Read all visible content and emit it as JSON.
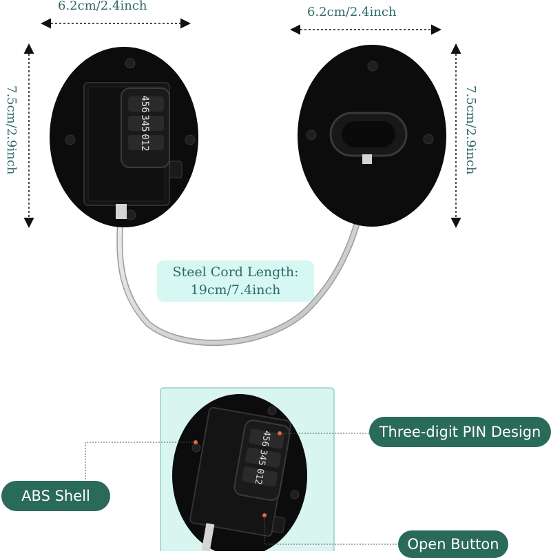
{
  "dimensions": {
    "left_width": "6.2cm/2.4inch",
    "right_width": "6.2cm/2.4inch",
    "left_height": "7.5cm/2.9inch",
    "right_height": "7.5cm/2.9inch"
  },
  "cord_label": {
    "line1": "Steel Cord Length:",
    "line2": "19cm/7.4inch"
  },
  "callouts": {
    "pin_design": "Three-digit PIN Design",
    "abs_shell": "ABS Shell",
    "open_button": "Open Button"
  },
  "colors": {
    "dimension_text": "#2f6a66",
    "callout_fill": "#2a6a58",
    "label_bg": "#d6f7f2",
    "lock_body": "#0c0c0c",
    "callout_dot": "#e06a3a"
  }
}
